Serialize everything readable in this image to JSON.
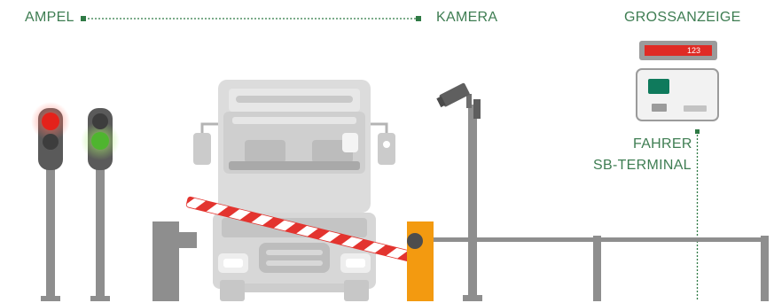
{
  "labels": {
    "ampel": "AMPEL",
    "kamera": "KAMERA",
    "grossanzeige": "GROSSANZEIGE",
    "fahrer_line1": "FAHRER",
    "fahrer_line2": "SB-TERMINAL"
  },
  "display_readout": "123",
  "colors": {
    "label_green": "#3e7d52",
    "connector_green": "#2f7a45",
    "red_light": "#e4221b",
    "green_light": "#4fb52f",
    "gate_orange": "#f39a10",
    "barrier_red": "#e3342f",
    "terminal_screen": "#0f7a5c",
    "display_red": "#e02b25",
    "pole_gray": "#8e8e8e",
    "truck_gray": "#d9d9d9"
  },
  "icons": [
    "traffic-light-red-icon",
    "traffic-light-green-icon",
    "camera-icon",
    "truck-icon",
    "barrier-icon",
    "terminal-icon",
    "display-board-icon"
  ]
}
